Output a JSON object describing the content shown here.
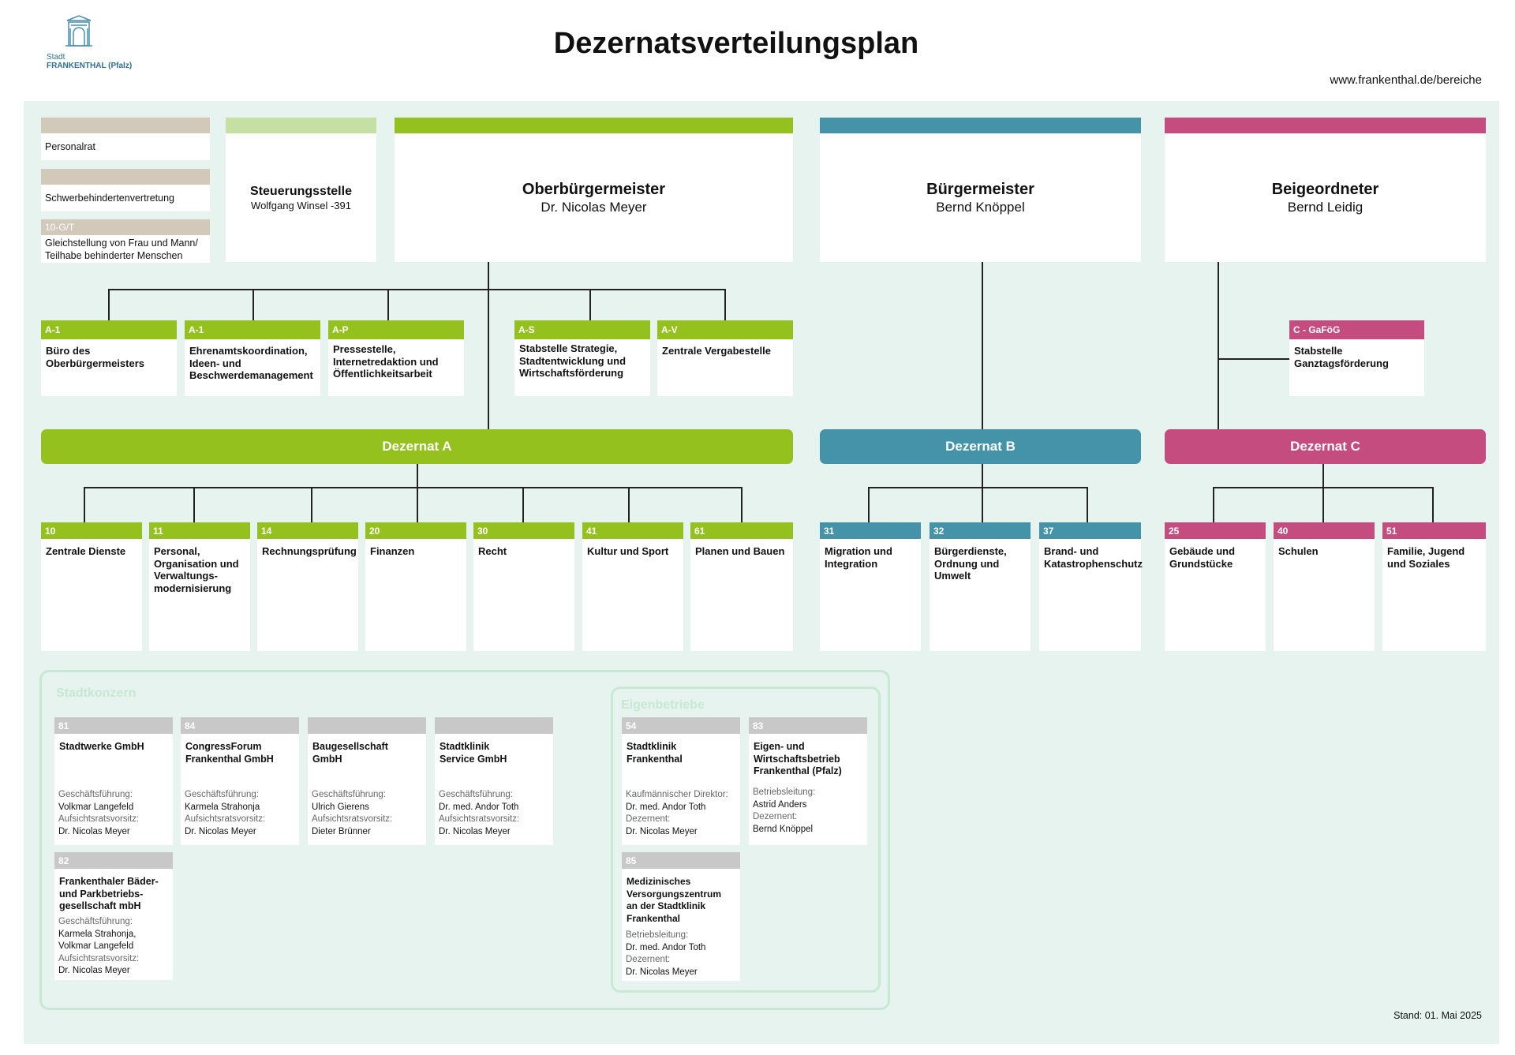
{
  "header": {
    "title": "Dezernatsverteilungsplan",
    "url": "www.frankenthal.de/bereiche",
    "logo_line1": "Stadt",
    "logo_line2": "FRANKENTHAL (Pfalz)"
  },
  "colors": {
    "a": "#95c11f",
    "b": "#4593a9",
    "c": "#c54c7e",
    "grey": "#d3c9bb",
    "light_green": "#c5e0a2",
    "entity_grey": "#c8c8c8",
    "background": "#e6f3ef"
  },
  "side": {
    "personalrat": "Personalrat",
    "schwerbehinderten": "Schwerbehindertenvertretung",
    "gleich_code": "10-G/T",
    "gleich_text1": "Gleichstellung von Frau und Mann/",
    "gleich_text2": "Teilhabe behinderter Menschen"
  },
  "steuerung": {
    "title": "Steuerungsstelle",
    "person": "Wolfgang Winsel -391"
  },
  "leaders": {
    "ob": {
      "title": "Oberbürgermeister",
      "person": "Dr. Nicolas Meyer"
    },
    "bm": {
      "title": "Bürgermeister",
      "person": "Bernd Knöppel"
    },
    "bg": {
      "title": "Beigeordneter",
      "person": "Bernd Leidig"
    }
  },
  "staff": [
    {
      "code": "A-1",
      "name1": "Büro des",
      "name2": "Oberbürgermeisters",
      "name3": ""
    },
    {
      "code": "A-1",
      "name1": "Ehrenamtskoordination,",
      "name2": "Ideen- und",
      "name3": "Beschwerdemanagement"
    },
    {
      "code": "A-P",
      "name1": "Pressestelle,",
      "name2": "Internetredaktion und",
      "name3": "Öffentlichkeitsarbeit"
    },
    {
      "code": "A-S",
      "name1": "Stabstelle Strategie,",
      "name2": "Stadtentwicklung und",
      "name3": "Wirtschaftsförderung"
    },
    {
      "code": "A-V",
      "name1": "Zentrale Vergabestelle",
      "name2": "",
      "name3": ""
    },
    {
      "code": "C - GaFöG",
      "name1": "Stabstelle",
      "name2": "Ganztagsförderung",
      "name3": ""
    }
  ],
  "dezernate": {
    "a": "Dezernat A",
    "b": "Dezernat B",
    "c": "Dezernat C"
  },
  "units": [
    {
      "code": "10",
      "name1": "Zentrale Dienste",
      "name2": "",
      "name3": "",
      "name4": ""
    },
    {
      "code": "11",
      "name1": "Personal,",
      "name2": "Organisation und",
      "name3": "Verwaltungs-",
      "name4": "modernisierung"
    },
    {
      "code": "14",
      "name1": "Rechnungsprüfung",
      "name2": "",
      "name3": "",
      "name4": ""
    },
    {
      "code": "20",
      "name1": "Finanzen",
      "name2": "",
      "name3": "",
      "name4": ""
    },
    {
      "code": "30",
      "name1": "Recht",
      "name2": "",
      "name3": "",
      "name4": ""
    },
    {
      "code": "41",
      "name1": "Kultur und Sport",
      "name2": "",
      "name3": "",
      "name4": ""
    },
    {
      "code": "61",
      "name1": "Planen und Bauen",
      "name2": "",
      "name3": "",
      "name4": ""
    },
    {
      "code": "31",
      "name1": "Migration und",
      "name2": "Integration",
      "name3": "",
      "name4": ""
    },
    {
      "code": "32",
      "name1": "Bürgerdienste,",
      "name2": "Ordnung und",
      "name3": "Umwelt",
      "name4": ""
    },
    {
      "code": "37",
      "name1": "Brand- und",
      "name2": "Katastrophenschutz",
      "name3": "",
      "name4": ""
    },
    {
      "code": "25",
      "name1": "Gebäude und",
      "name2": "Grundstücke",
      "name3": "",
      "name4": ""
    },
    {
      "code": "40",
      "name1": "Schulen",
      "name2": "",
      "name3": "",
      "name4": ""
    },
    {
      "code": "51",
      "name1": "Familie, Jugend",
      "name2": "und Soziales",
      "name3": "",
      "name4": ""
    }
  ],
  "stadtkonzern": {
    "title": "Stadtkonzern",
    "entities": [
      {
        "code": "81",
        "name1": "Stadtwerke GmbH",
        "name2": "",
        "l1": "Geschäftsführung:",
        "v1": "Volkmar Langefeld",
        "l2": "Aufsichtsratsvorsitz:",
        "v2": "Dr. Nicolas Meyer"
      },
      {
        "code": "84",
        "name1": "CongressForum",
        "name2": "Frankenthal GmbH",
        "l1": "Geschäftsführung:",
        "v1": "Karmela Strahonja",
        "l2": "Aufsichtsratsvorsitz:",
        "v2": "Dr. Nicolas Meyer"
      },
      {
        "code": "",
        "name1": "Baugesellschaft",
        "name2": "GmbH",
        "l1": "Geschäftsführung:",
        "v1": "Ulrich Gierens",
        "l2": "Aufsichtsratsvorsitz:",
        "v2": "Dieter Brünner"
      },
      {
        "code": "",
        "name1": "Stadtklinik",
        "name2": "Service GmbH",
        "l1": "Geschäftsführung:",
        "v1": "Dr. med. Andor Toth",
        "l2": "Aufsichtsratsvorsitz:",
        "v2": "Dr. Nicolas Meyer"
      }
    ],
    "baeder": {
      "code": "82",
      "name1": "Frankenthaler Bäder-",
      "name2": "und Parkbetriebs-",
      "name3": "gesellschaft mbH",
      "l1": "Geschäftsführung:",
      "v1a": "Karmela Strahonja,",
      "v1b": "Volkmar Langefeld",
      "l2": "Aufsichtsratsvorsitz:",
      "v2": "Dr. Nicolas Meyer"
    }
  },
  "eigenbetriebe": {
    "title": "Eigenbetriebe",
    "e54": {
      "code": "54",
      "name1": "Stadtklinik",
      "name2": "Frankenthal",
      "l1": "Kaufmännischer Direktor:",
      "v1": "Dr. med. Andor Toth",
      "l2": "Dezernent:",
      "v2": "Dr. Nicolas Meyer"
    },
    "e83": {
      "code": "83",
      "name1": "Eigen- und",
      "name2": "Wirtschaftsbetrieb",
      "name3": "Frankenthal (Pfalz)",
      "l1": "Betriebsleitung:",
      "v1": "Astrid Anders",
      "l2": "Dezernent:",
      "v2": "Bernd Knöppel"
    },
    "e85": {
      "code": "85",
      "name1": "Medizinisches",
      "name2": "Versorgungszentrum",
      "name3": "an der Stadtklinik",
      "name4": "Frankenthal",
      "l1": "Betriebsleitung:",
      "v1": "Dr. med. Andor Toth",
      "l2": "Dezernent:",
      "v2": "Dr. Nicolas Meyer"
    }
  },
  "stand": "Stand: 01. Mai 2025"
}
